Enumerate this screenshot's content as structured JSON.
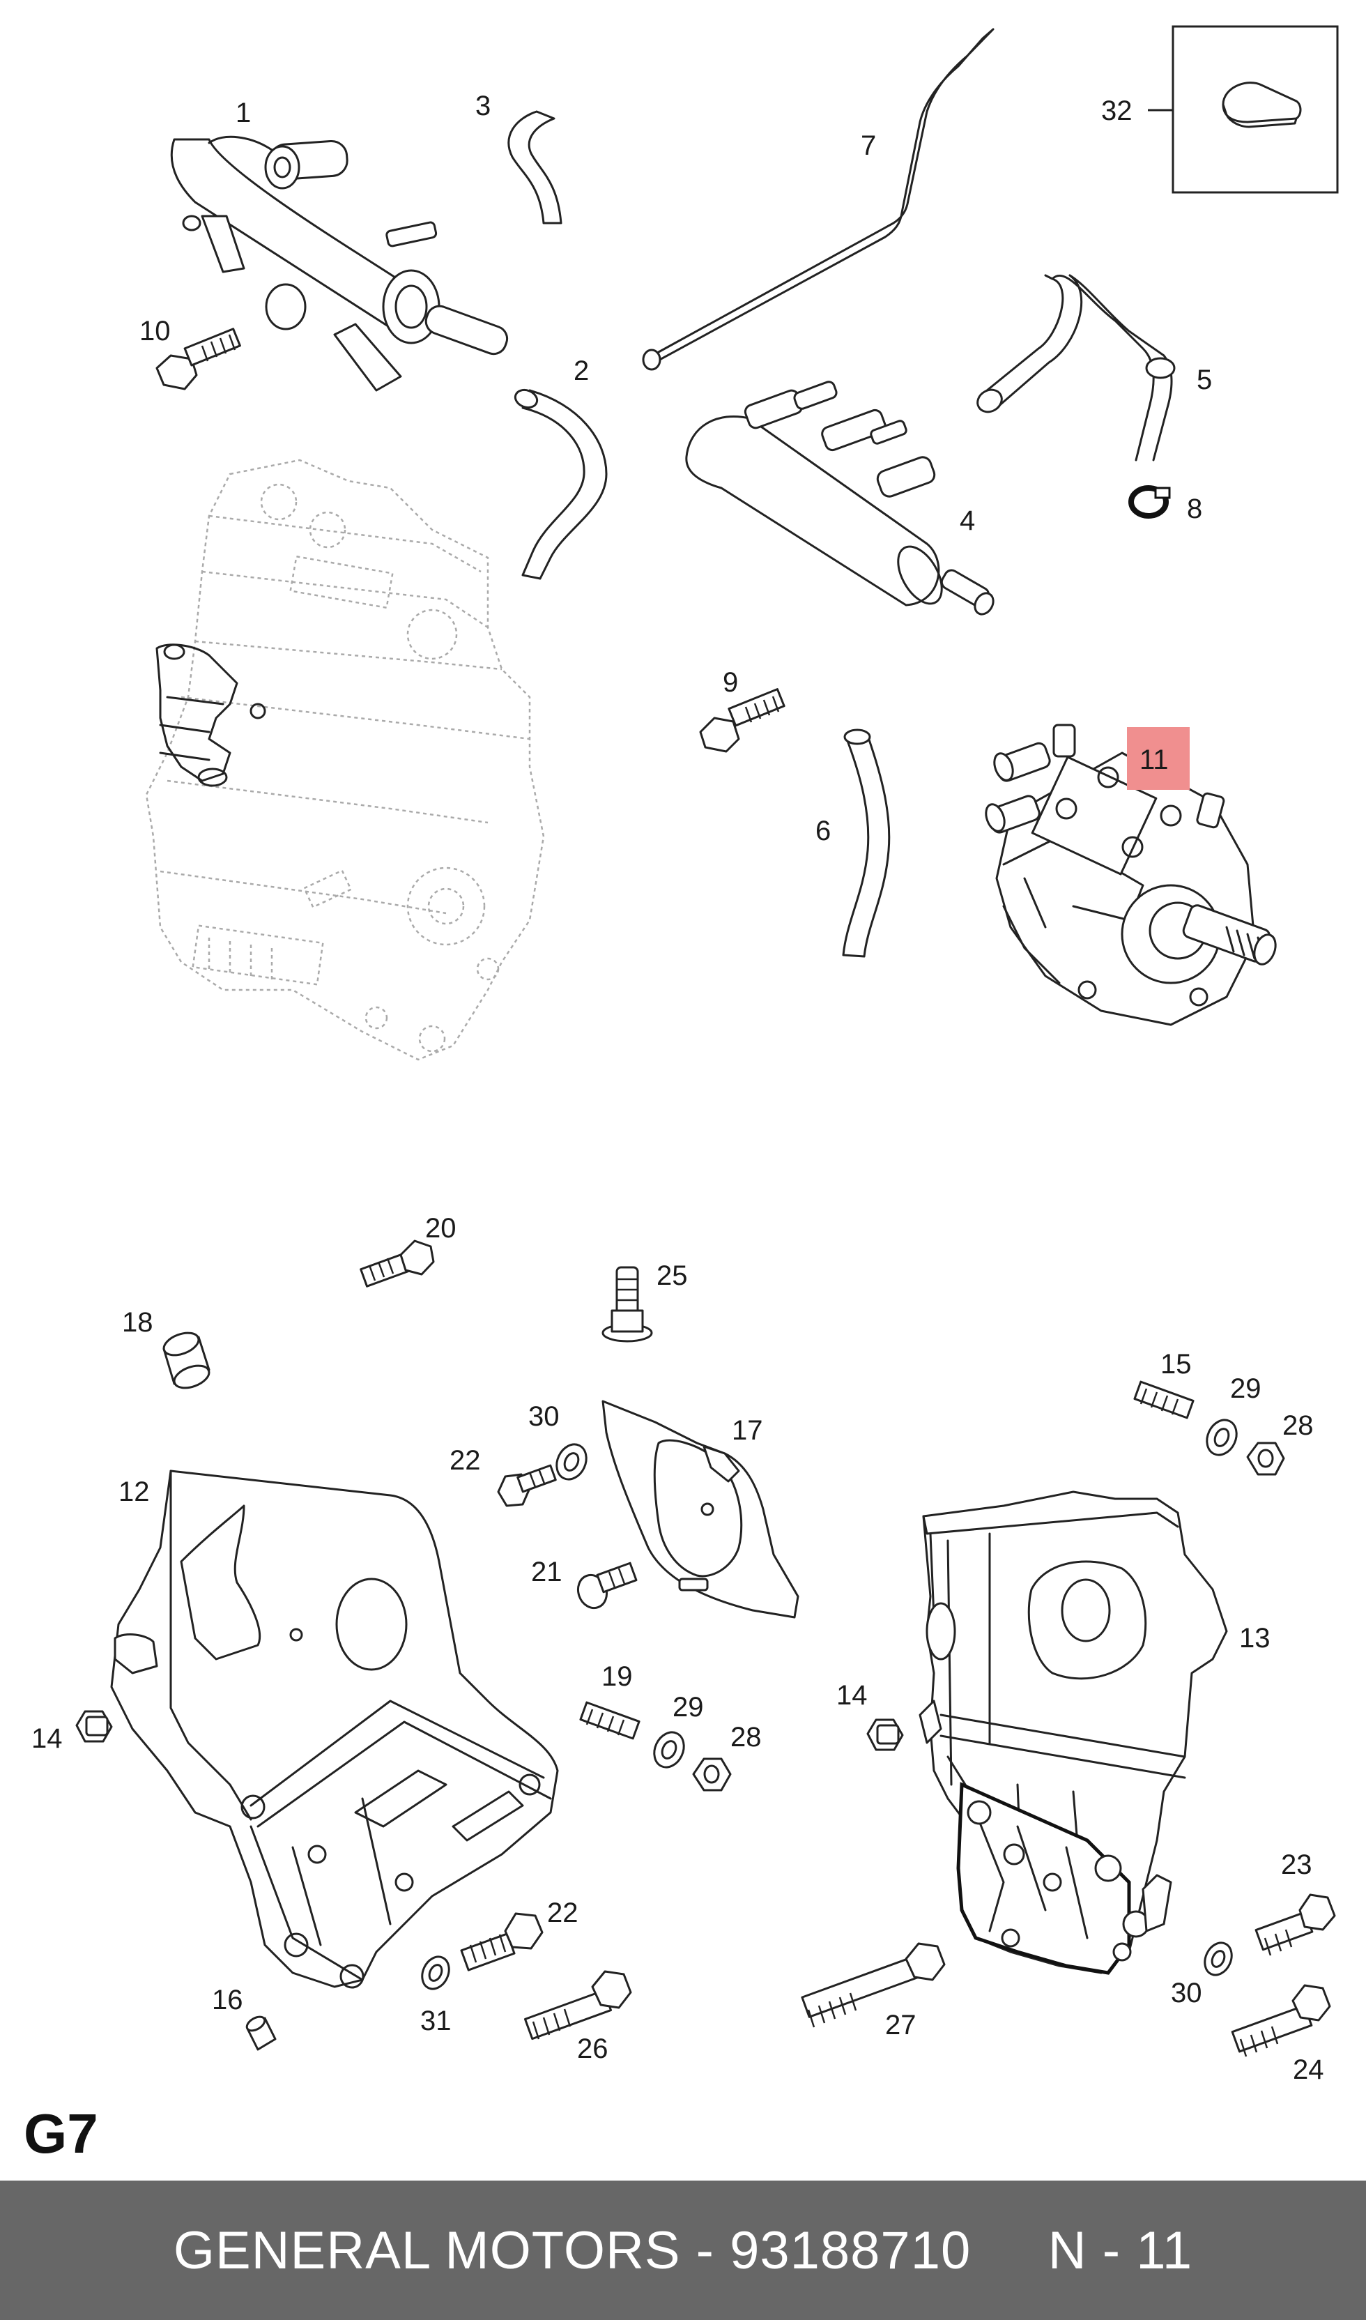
{
  "diagram": {
    "page_label": "G7",
    "highlight_color": "#f08f8f",
    "highlighted_callout": "11",
    "callouts": {
      "c1": "1",
      "c2": "2",
      "c3": "3",
      "c4": "4",
      "c5": "5",
      "c6": "6",
      "c7": "7",
      "c8": "8",
      "c9": "9",
      "c10": "10",
      "c11": "11",
      "c12": "12",
      "c13": "13",
      "c14a": "14",
      "c14b": "14",
      "c15": "15",
      "c16": "16",
      "c17": "17",
      "c18": "18",
      "c19": "19",
      "c20": "20",
      "c21": "21",
      "c22a": "22",
      "c22b": "22",
      "c23": "23",
      "c24": "24",
      "c25": "25",
      "c26": "26",
      "c27": "27",
      "c28a": "28",
      "c28b": "28",
      "c29a": "29",
      "c29b": "29",
      "c30a": "30",
      "c30b": "30",
      "c31": "31",
      "c32": "32"
    }
  },
  "footer": {
    "text": "GENERAL MOTORS - 93188710     N - 11",
    "background_color": "#676767"
  }
}
